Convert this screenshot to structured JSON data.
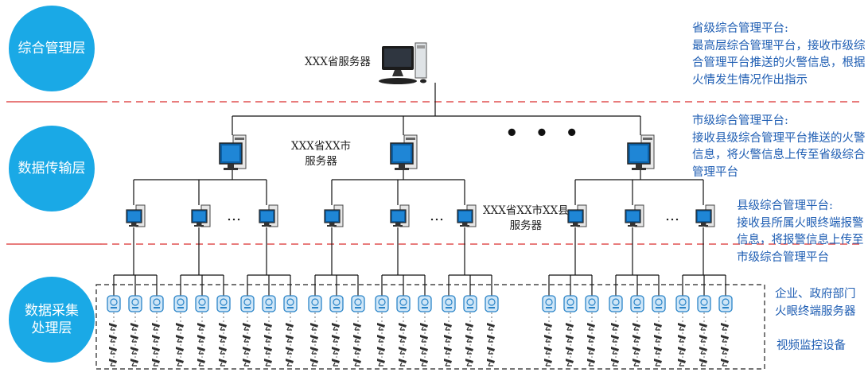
{
  "layers": {
    "management": "综合管理层",
    "transmission": "数据传输层",
    "collection": "数据采集\n处理层"
  },
  "servers": {
    "province": "XXX省服务器",
    "city": "XXX省XX市\n服务器",
    "county": "XXX省XX市XX县\n服务器"
  },
  "notes": {
    "province": "省级综合管理平台:\n最高层综合管理平台，接收市级综\n合管理平台推送的火警信息，根据\n火情发生情况作出指示",
    "city": "市级综合管理平台:\n接收县级综合管理平台推送的火警\n信息，将火警信息上传至省级综合\n管理平台",
    "county": "县级综合管理平台:\n接收县所属火眼终端报警\n信息，将报警信息上传至\n市级综合管理平台",
    "terminal": "企业、政府部门\n火眼终端服务器",
    "camera": "视频监控设备"
  },
  "ellipsis": {
    "small": "…",
    "large": "• • •"
  },
  "colors": {
    "layer_circle": "#1aa9e6",
    "note_text": "#1f5eb3",
    "divider": "#e05050"
  },
  "icons": [
    "desktop-computer-icon",
    "server-tower-icon",
    "terminal-device-icon",
    "surveillance-camera-icon"
  ]
}
